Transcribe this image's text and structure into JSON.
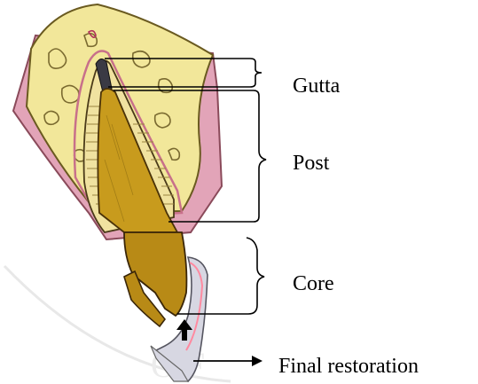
{
  "labels": {
    "gutta": "Gutta",
    "post": "Post",
    "core": "Core",
    "final_restoration": "Final restoration"
  },
  "colors": {
    "bone": "#f2e79a",
    "gum": "#e2a4b8",
    "post": "#c89b1d",
    "core": "#b88a16",
    "crown": "#d7d7e2",
    "outline": "#2a1a10"
  }
}
